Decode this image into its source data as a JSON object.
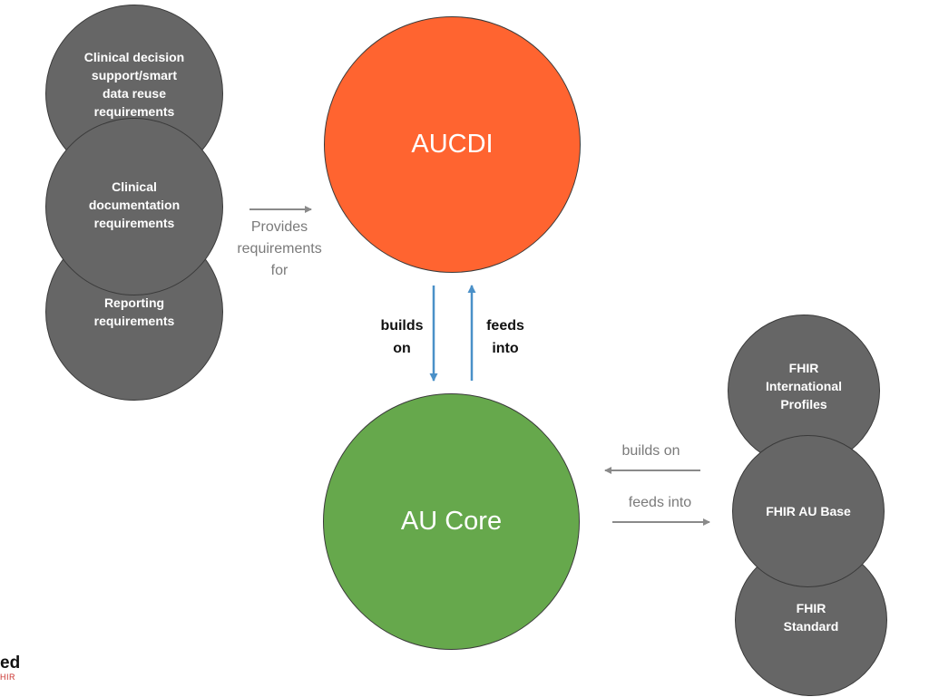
{
  "colors": {
    "aucdi": "#ff6430",
    "au_core": "#66a84c",
    "grey_circle": "#666666",
    "arrow_grey": "#8a8a8a",
    "arrow_blue": "#4a90c8",
    "logo_red": "#c9302c"
  },
  "left_group": {
    "top": "Clinical decision\nsupport/smart\ndata reuse\nrequirements",
    "middle": "Clinical\ndocumentation\nrequirements",
    "bottom": "Reporting\nrequirements"
  },
  "provides_label": "Provides\nrequirements\nfor",
  "aucdi": {
    "label": "AUCDI"
  },
  "au_core": {
    "label": "AU Core"
  },
  "builds_on_vertical": "builds\non",
  "feeds_into_vertical": "feeds\ninto",
  "right_group": {
    "top": "FHIR\nInternational\nProfiles",
    "middle": "FHIR AU Base",
    "bottom": "FHIR\nStandard"
  },
  "builds_on_horizontal": "builds on",
  "feeds_into_horizontal": "feeds into",
  "logo": {
    "main": "ed",
    "sub": "HIR"
  }
}
